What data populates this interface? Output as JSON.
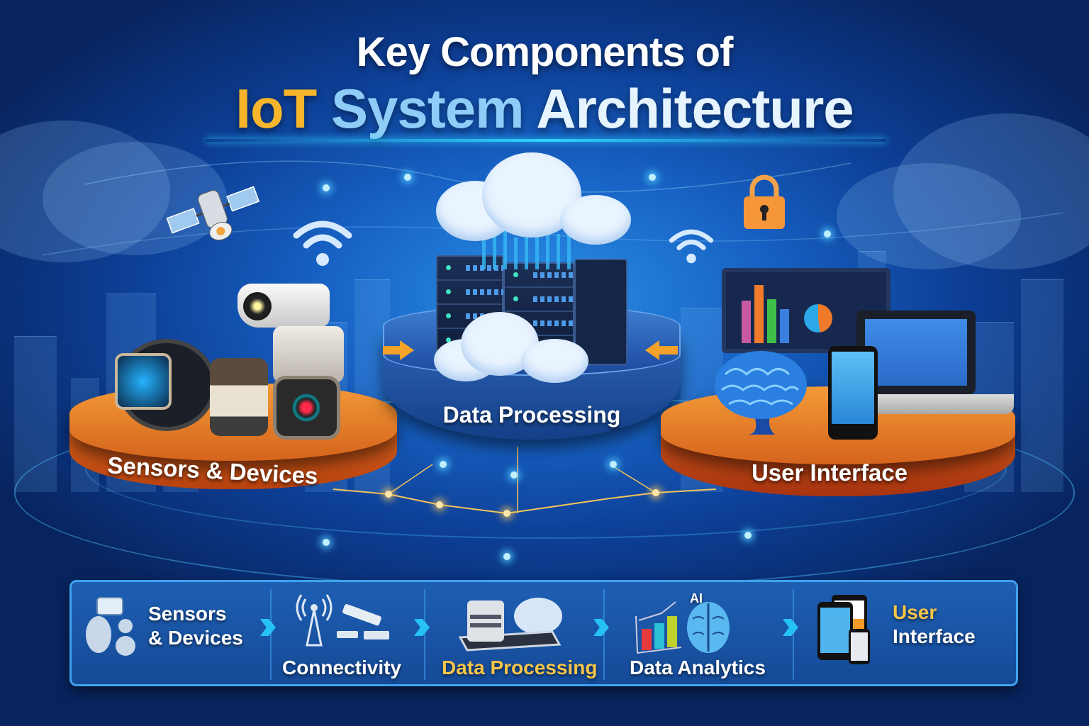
{
  "title": {
    "line1": "Key Components of",
    "line2_part1": "IoT",
    "line2_part2": "System",
    "line2_part3": "Architecture"
  },
  "colors": {
    "background_dark": "#08245f",
    "background_light": "#2a8fe6",
    "accent_gold": "#f6b52a",
    "accent_light_blue": "#8fcdf8",
    "platform_orange": "#e07a26",
    "platform_blue": "#2f66bd",
    "glow_cyan": "#2fd3ff"
  },
  "platforms": [
    {
      "label": "Sensors & Devices",
      "icons": [
        "smartwatch-icon",
        "sensor-device-icon",
        "security-camera-icon",
        "camera-lens-icon"
      ]
    },
    {
      "label": "Data Processing",
      "icons": [
        "server-rack-icon",
        "cloud-icon",
        "data-bars-icon"
      ]
    },
    {
      "label": "User Interface",
      "icons": [
        "monitor-dashboard-icon",
        "brain-ai-icon",
        "smartphone-icon",
        "laptop-icon"
      ]
    }
  ],
  "floating_icons": [
    "satellite-icon",
    "wifi-icon-left",
    "wifi-icon-right",
    "padlock-icon"
  ],
  "pipeline": {
    "steps": [
      {
        "label_line1": "Sensors",
        "label_line2": "& Devices",
        "icon": "sensor-devices-icon",
        "highlight": false
      },
      {
        "label_line1": "Connectivity",
        "label_line2": "",
        "icon": "antenna-tower-icon",
        "highlight": false
      },
      {
        "label_line1": "Data Processing",
        "label_line2": "",
        "icon": "server-cloud-icon",
        "highlight": true
      },
      {
        "label_line1": "Data Analytics",
        "label_line2": "",
        "icon": "analytics-ai-icon",
        "highlight": false,
        "badge": "AI"
      },
      {
        "label_line1": "User",
        "label_line2": "Interface",
        "icon": "mobile-devices-icon",
        "highlight": true
      }
    ]
  }
}
